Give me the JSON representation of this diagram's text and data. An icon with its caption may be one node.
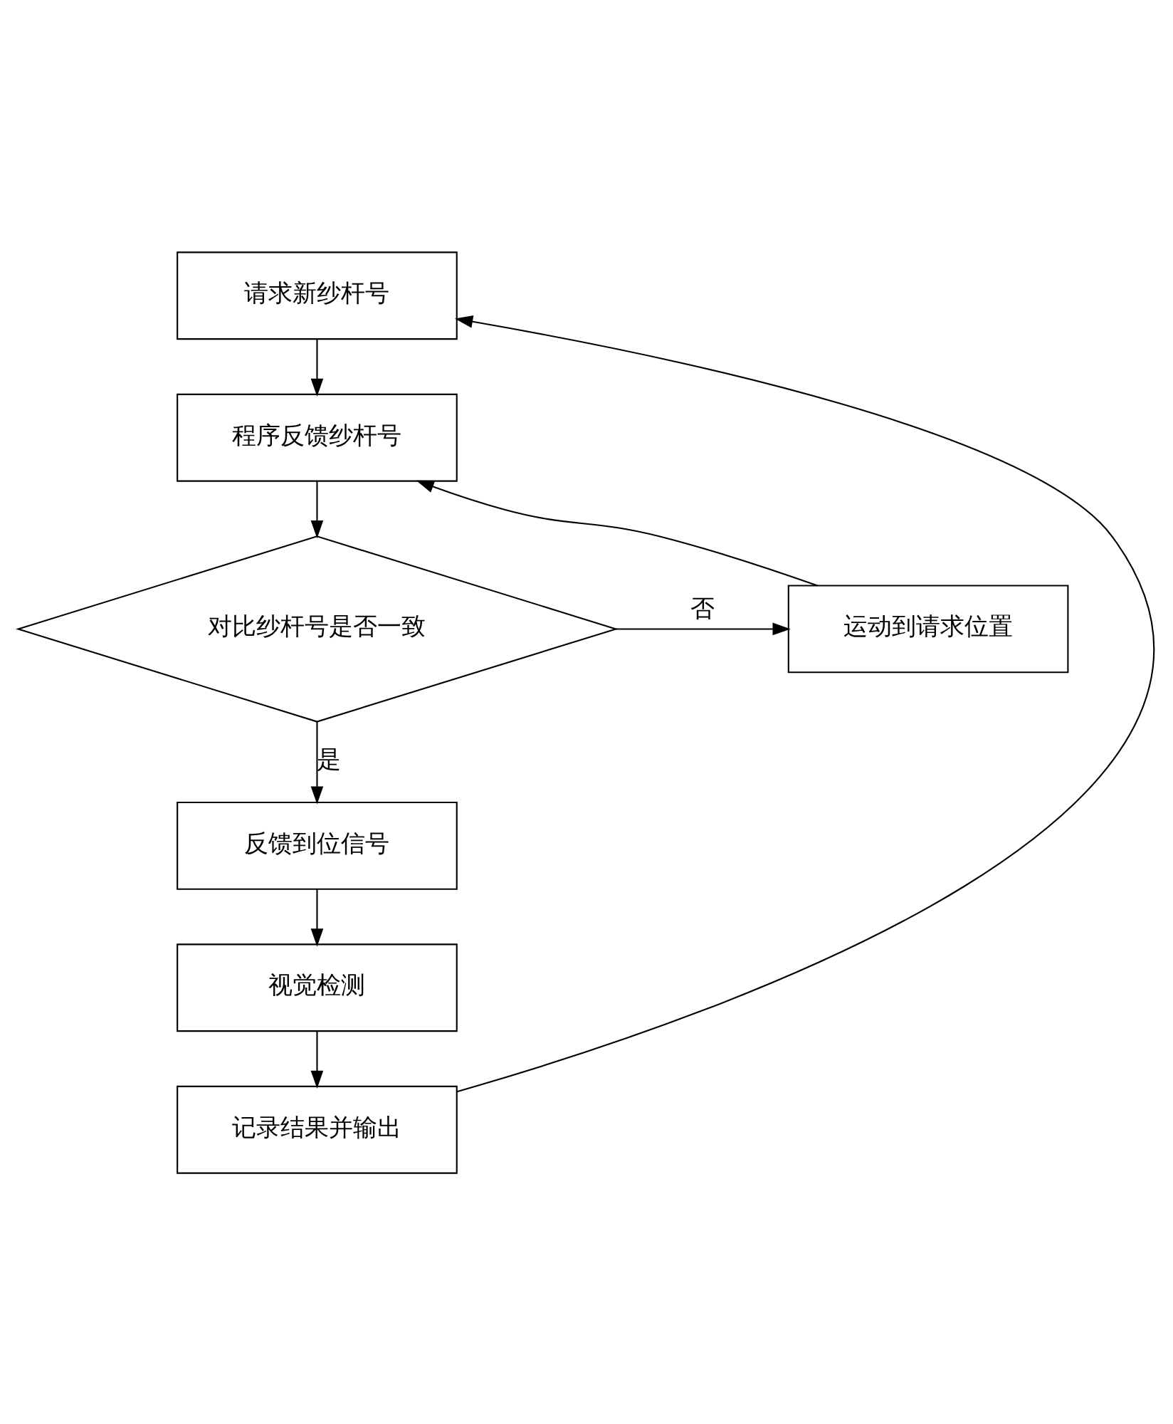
{
  "diagram": {
    "nodes": [
      {
        "text": [
          "请求新纱杆号"
        ]
      },
      {
        "text": [
          "程序反馈纱杆号"
        ]
      },
      {
        "text": [
          "对比纱杆号是否一致"
        ]
      },
      {
        "text": [
          "运动到请求位置"
        ]
      },
      {
        "text": [
          "反馈到位信号"
        ]
      },
      {
        "text": [
          "视觉检测"
        ]
      },
      {
        "text": [
          "记录结果并输出"
        ]
      }
    ],
    "edges": [
      {
        "from": 0,
        "to": 1,
        "arrow": "to"
      },
      {
        "from": 1,
        "to": 2,
        "arrow": "to"
      },
      {
        "from": 2,
        "to": 3,
        "arrow": "to",
        "label": "否"
      },
      {
        "from": 3,
        "to": 1,
        "arrow": "to"
      },
      {
        "from": 2,
        "to": 4,
        "arrow": "to",
        "label": "是"
      },
      {
        "from": 4,
        "to": 5,
        "arrow": "to"
      },
      {
        "from": 5,
        "to": 6,
        "arrow": "to"
      },
      {
        "from": 6,
        "to": 0,
        "arrow": "to"
      }
    ]
  }
}
